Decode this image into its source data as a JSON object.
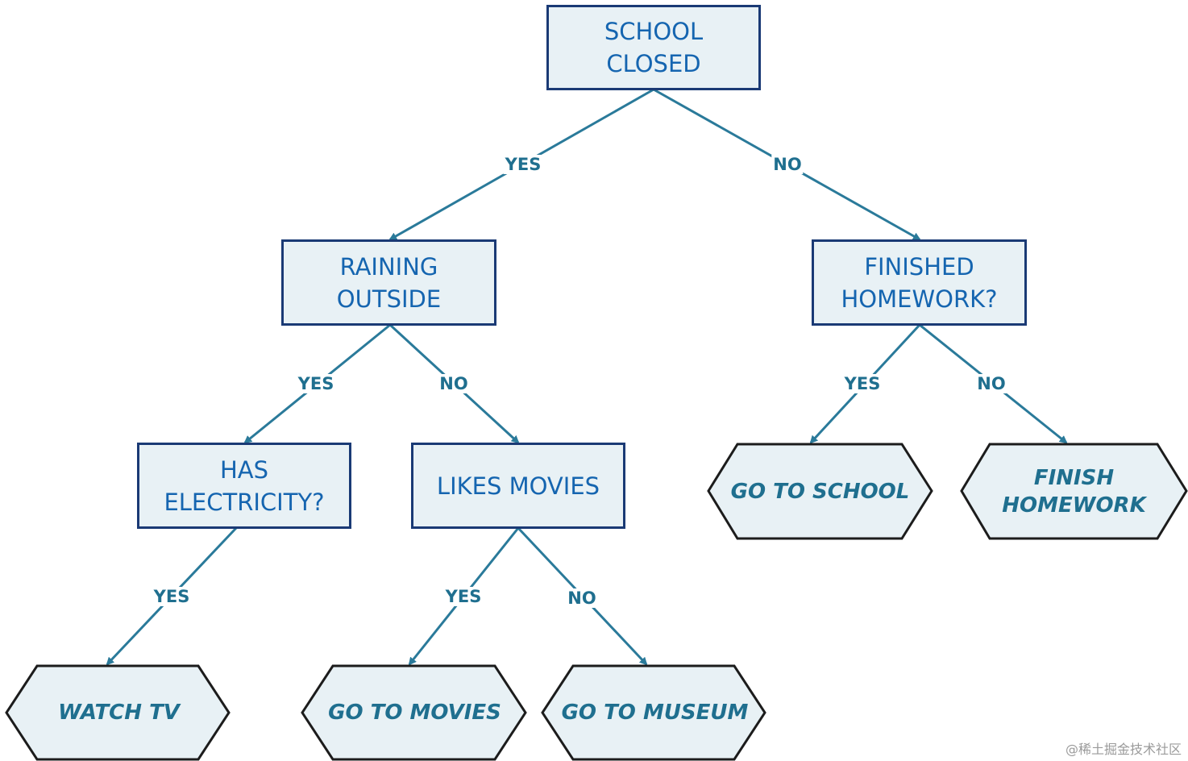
{
  "nodes": {
    "school_closed": "SCHOOL\nCLOSED",
    "raining_outside": "RAINING\nOUTSIDE",
    "finished_homework": "FINISHED\nHOMEWORK?",
    "has_electricity": "HAS\nELECTRICITY?",
    "likes_movies": "LIKES MOVIES"
  },
  "outcomes": {
    "go_to_school": "GO TO SCHOOL",
    "finish_homework": "FINISH\nHOMEWORK",
    "watch_tv": "WATCH TV",
    "go_to_movies": "GO TO MOVIES",
    "go_to_museum": "GO TO MUSEUM"
  },
  "edges": {
    "school_yes": "YES",
    "school_no": "NO",
    "raining_yes": "YES",
    "raining_no": "NO",
    "homework_yes": "YES",
    "homework_no": "NO",
    "electricity_yes": "YES",
    "movies_yes": "YES",
    "movies_no": "NO"
  },
  "colors": {
    "node_fill": "#e8f1f5",
    "node_border": "#1a3a75",
    "node_text": "#1565b0",
    "edge": "#2a7a9a",
    "outcome_text": "#1f6f8f"
  },
  "watermark": "@稀土掘金技术社区"
}
